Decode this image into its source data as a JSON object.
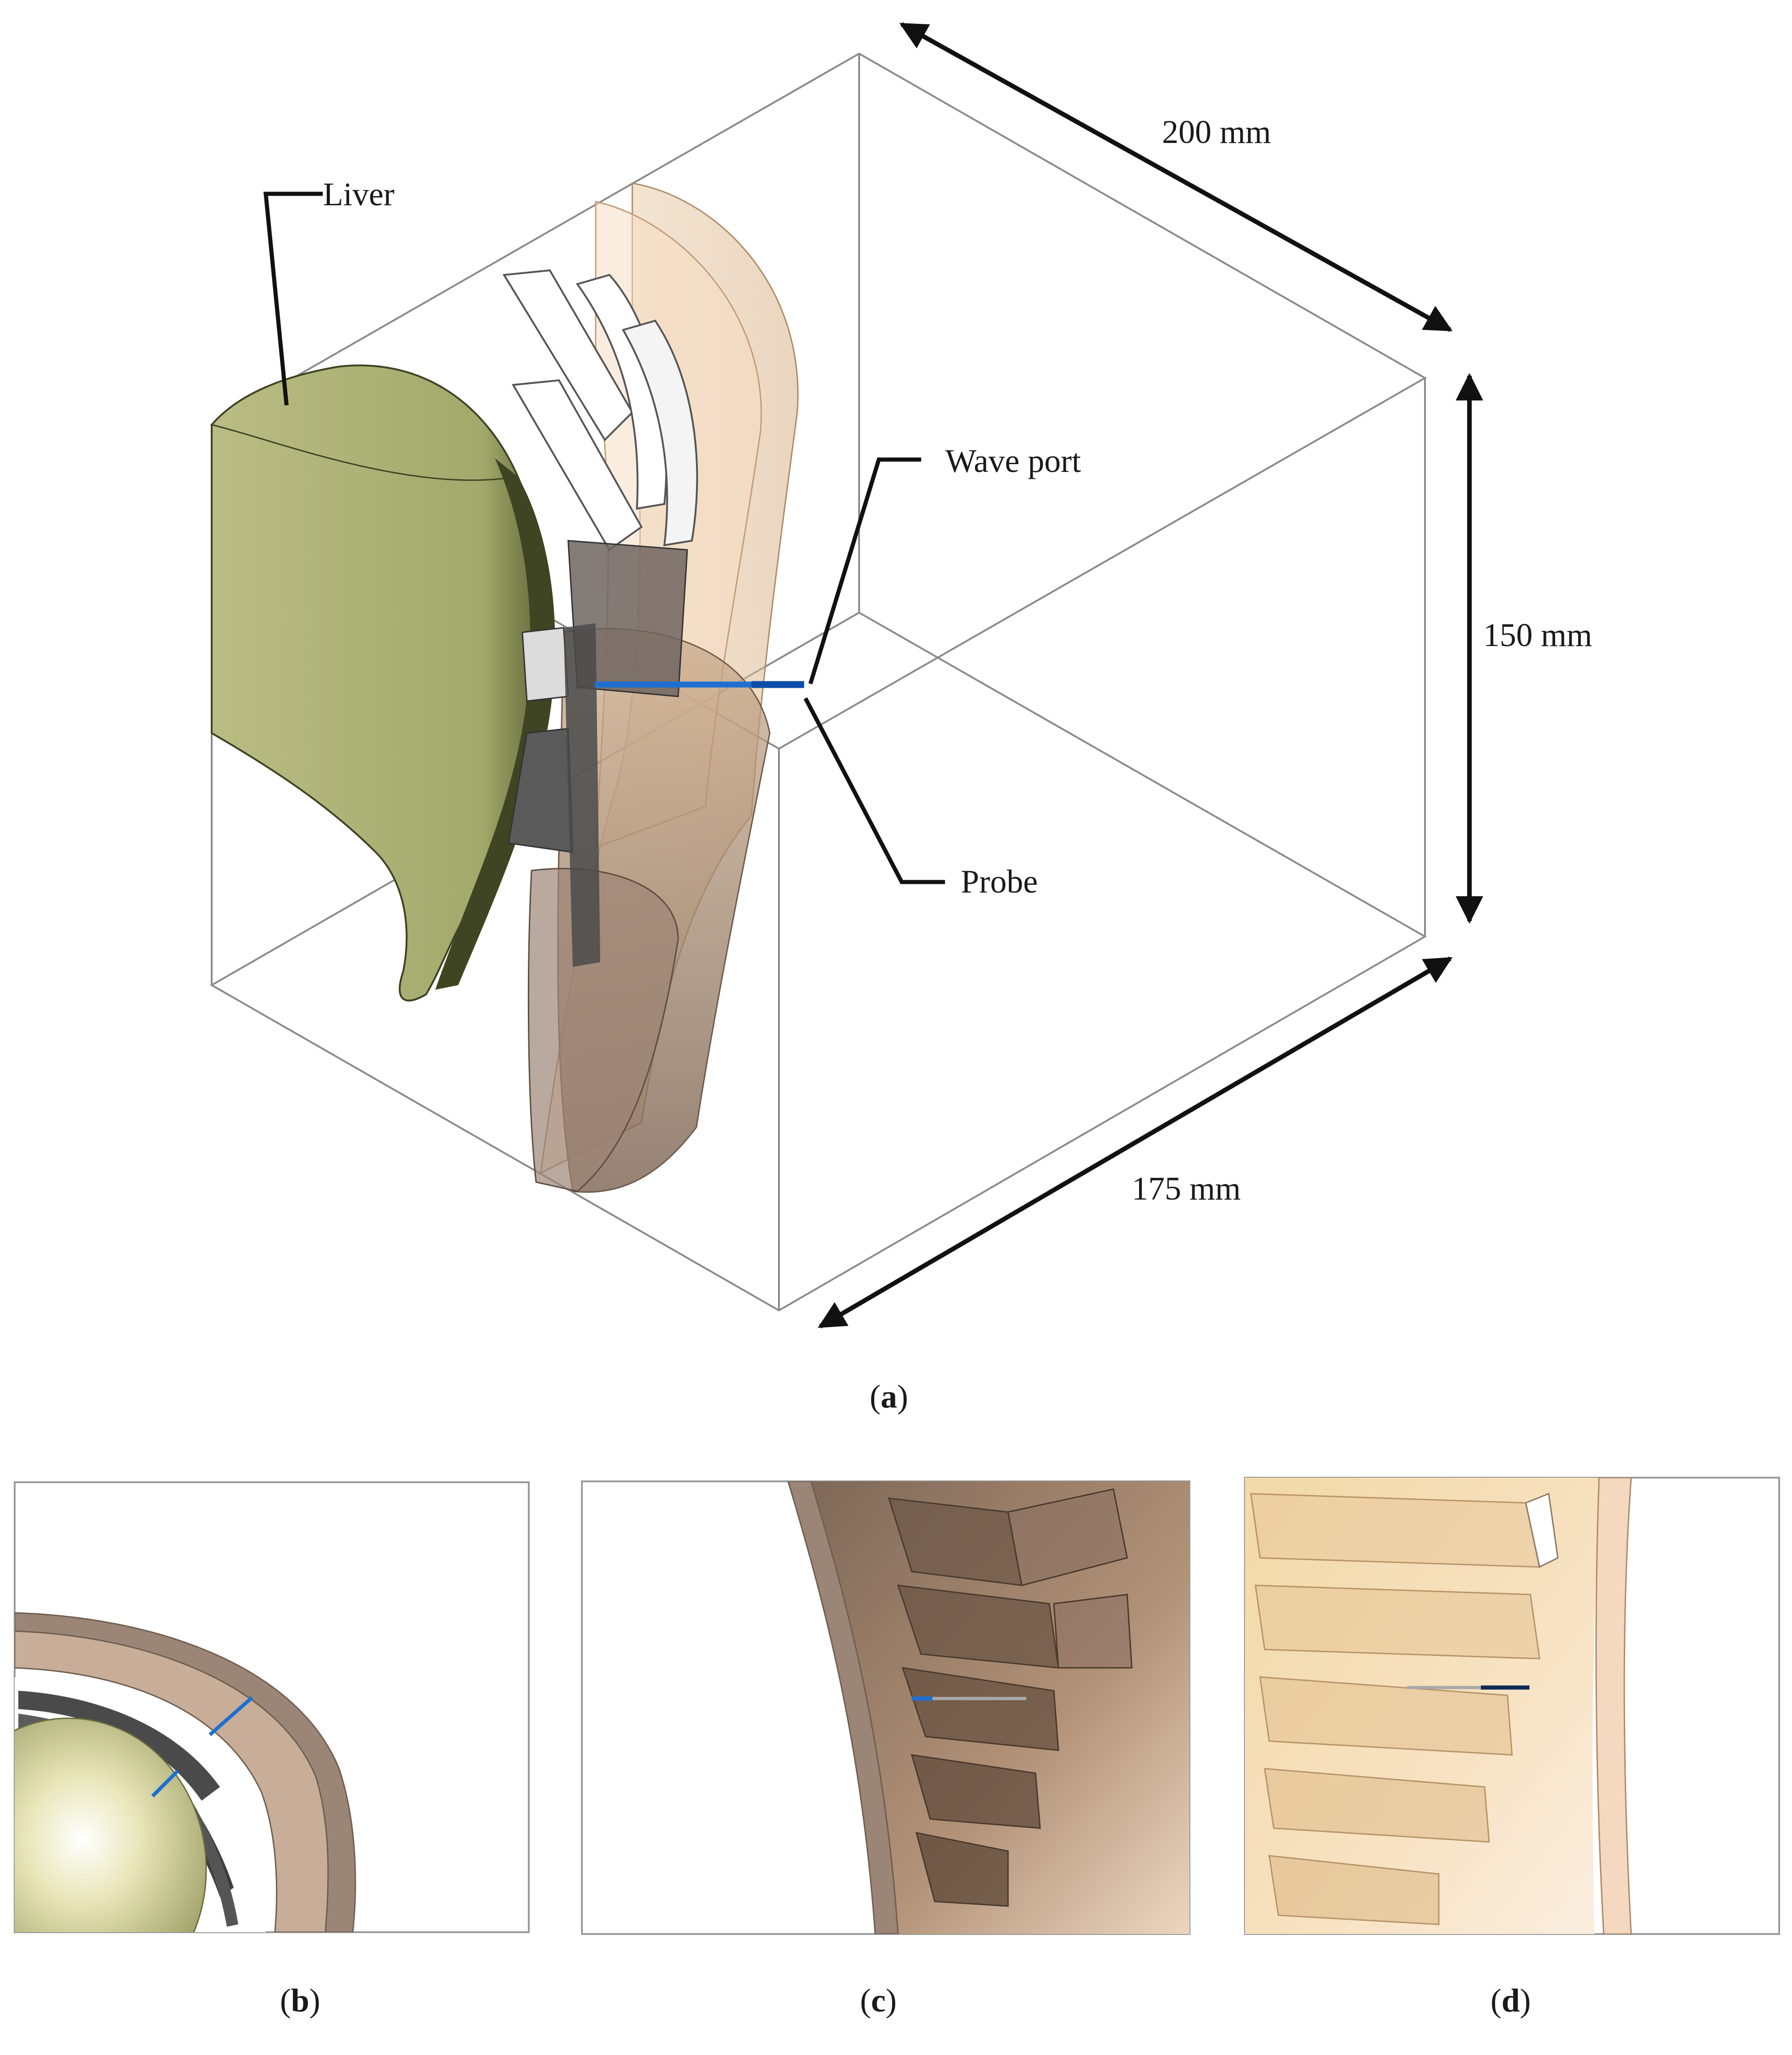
{
  "panel_a": {
    "labels": {
      "liver": "Liver",
      "wave_port": "Wave port",
      "probe": "Probe"
    },
    "dimensions": {
      "depth": "200 mm",
      "height": "150 mm",
      "width": "175 mm"
    },
    "caption": {
      "open": "(",
      "letter": "a",
      "close": ")"
    }
  },
  "panel_b": {
    "caption": {
      "open": "(",
      "letter": "b",
      "close": ")"
    }
  },
  "panel_c": {
    "caption": {
      "open": "(",
      "letter": "c",
      "close": ")"
    }
  },
  "panel_d": {
    "caption": {
      "open": "(",
      "letter": "d",
      "close": ")"
    }
  },
  "colors": {
    "liver": "#a8ad72",
    "liver_dark": "#4a4f2a",
    "skin": "#e9c9a0",
    "muscle": "#8c7562",
    "probe": "#1f6fd1",
    "bone": "#ffffff"
  }
}
